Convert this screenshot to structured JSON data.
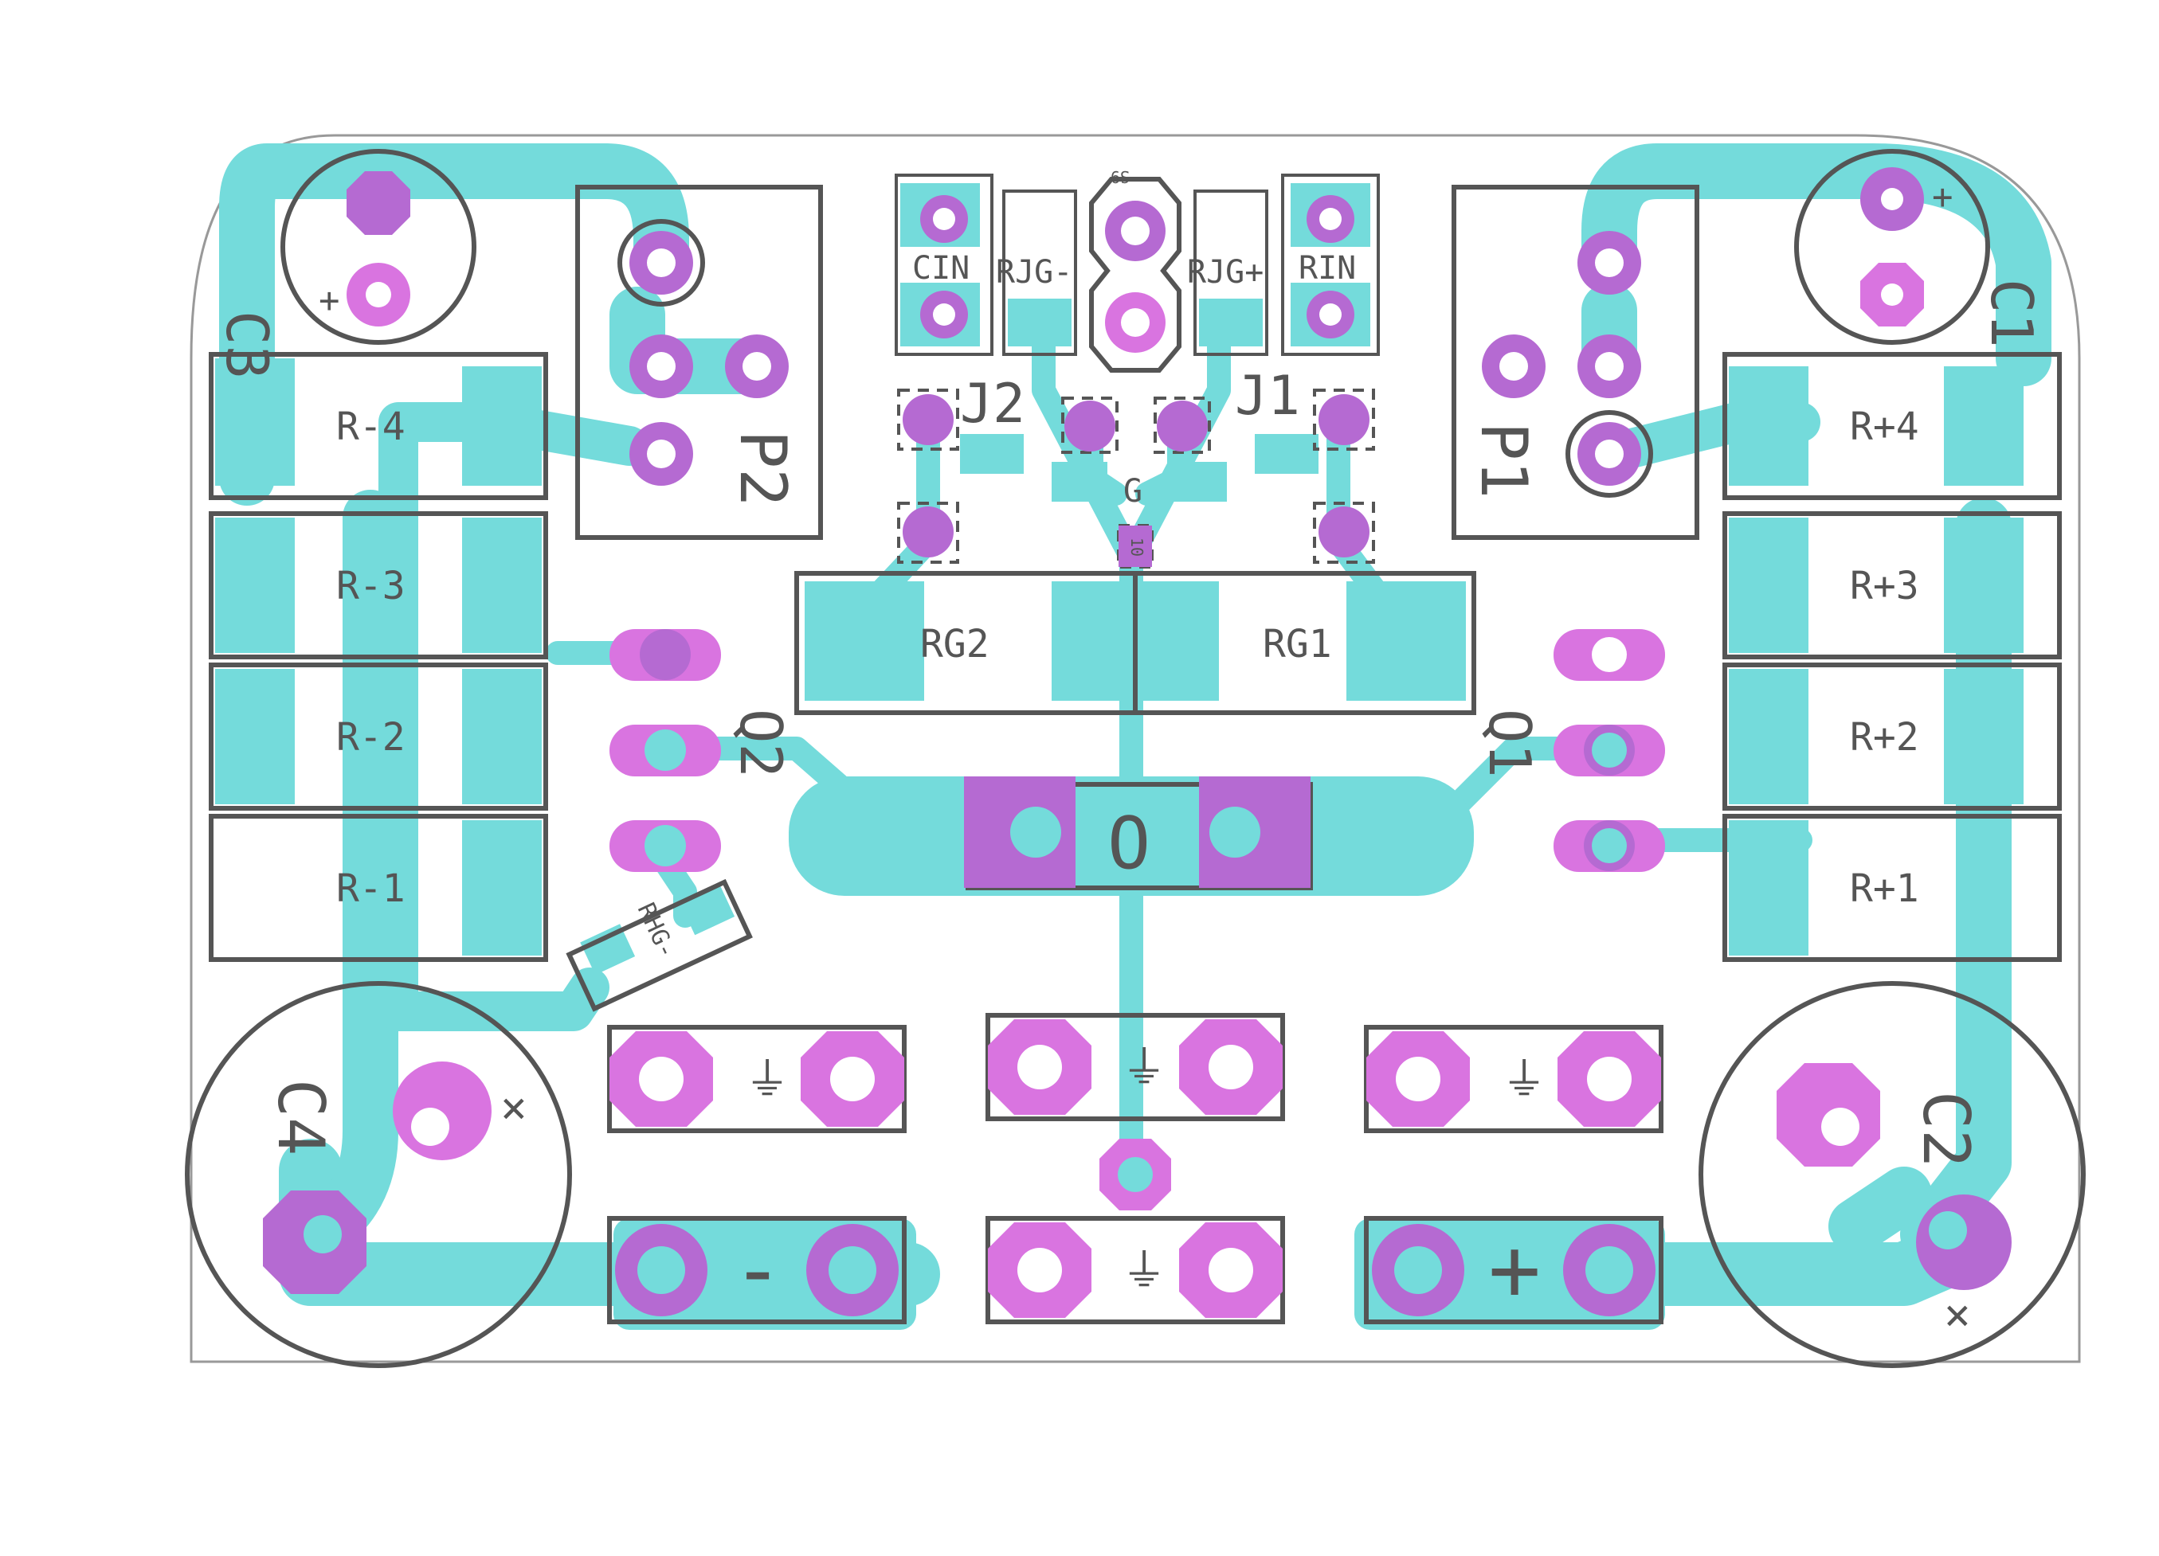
{
  "colors": {
    "board": "#ffffff",
    "copper": "#74dbdb",
    "pad": "#d974e0",
    "pad_overlap": "#b56ad2",
    "silkscreen": "#555555"
  },
  "labels": {
    "C1": "C1",
    "C2": "C2",
    "C3": "C3",
    "C4": "C4",
    "P1": "P1",
    "P2": "P2",
    "J1": "J1",
    "J2": "J2",
    "Q1": "Q1",
    "Q2": "Q2",
    "RG1": "RG1",
    "RG2": "RG2",
    "RJGm": "RJG-",
    "RJGp": "RJG+",
    "CIN": "CIN",
    "RIN": "RIN",
    "RHGm": "RHG-",
    "O": "O",
    "G": "G",
    "s9": "S9",
    "s10": "10",
    "Rm4": "R-4",
    "Rm3": "R-3",
    "Rm2": "R-2",
    "Rm1": "R-1",
    "Rp4": "R+4",
    "Rp3": "R+3",
    "Rp2": "R+2",
    "Rp1": "R+1",
    "plus": "+",
    "minus": "-",
    "polarity_plus": "+",
    "polarity_x": "×",
    "gnd": "⏚"
  }
}
